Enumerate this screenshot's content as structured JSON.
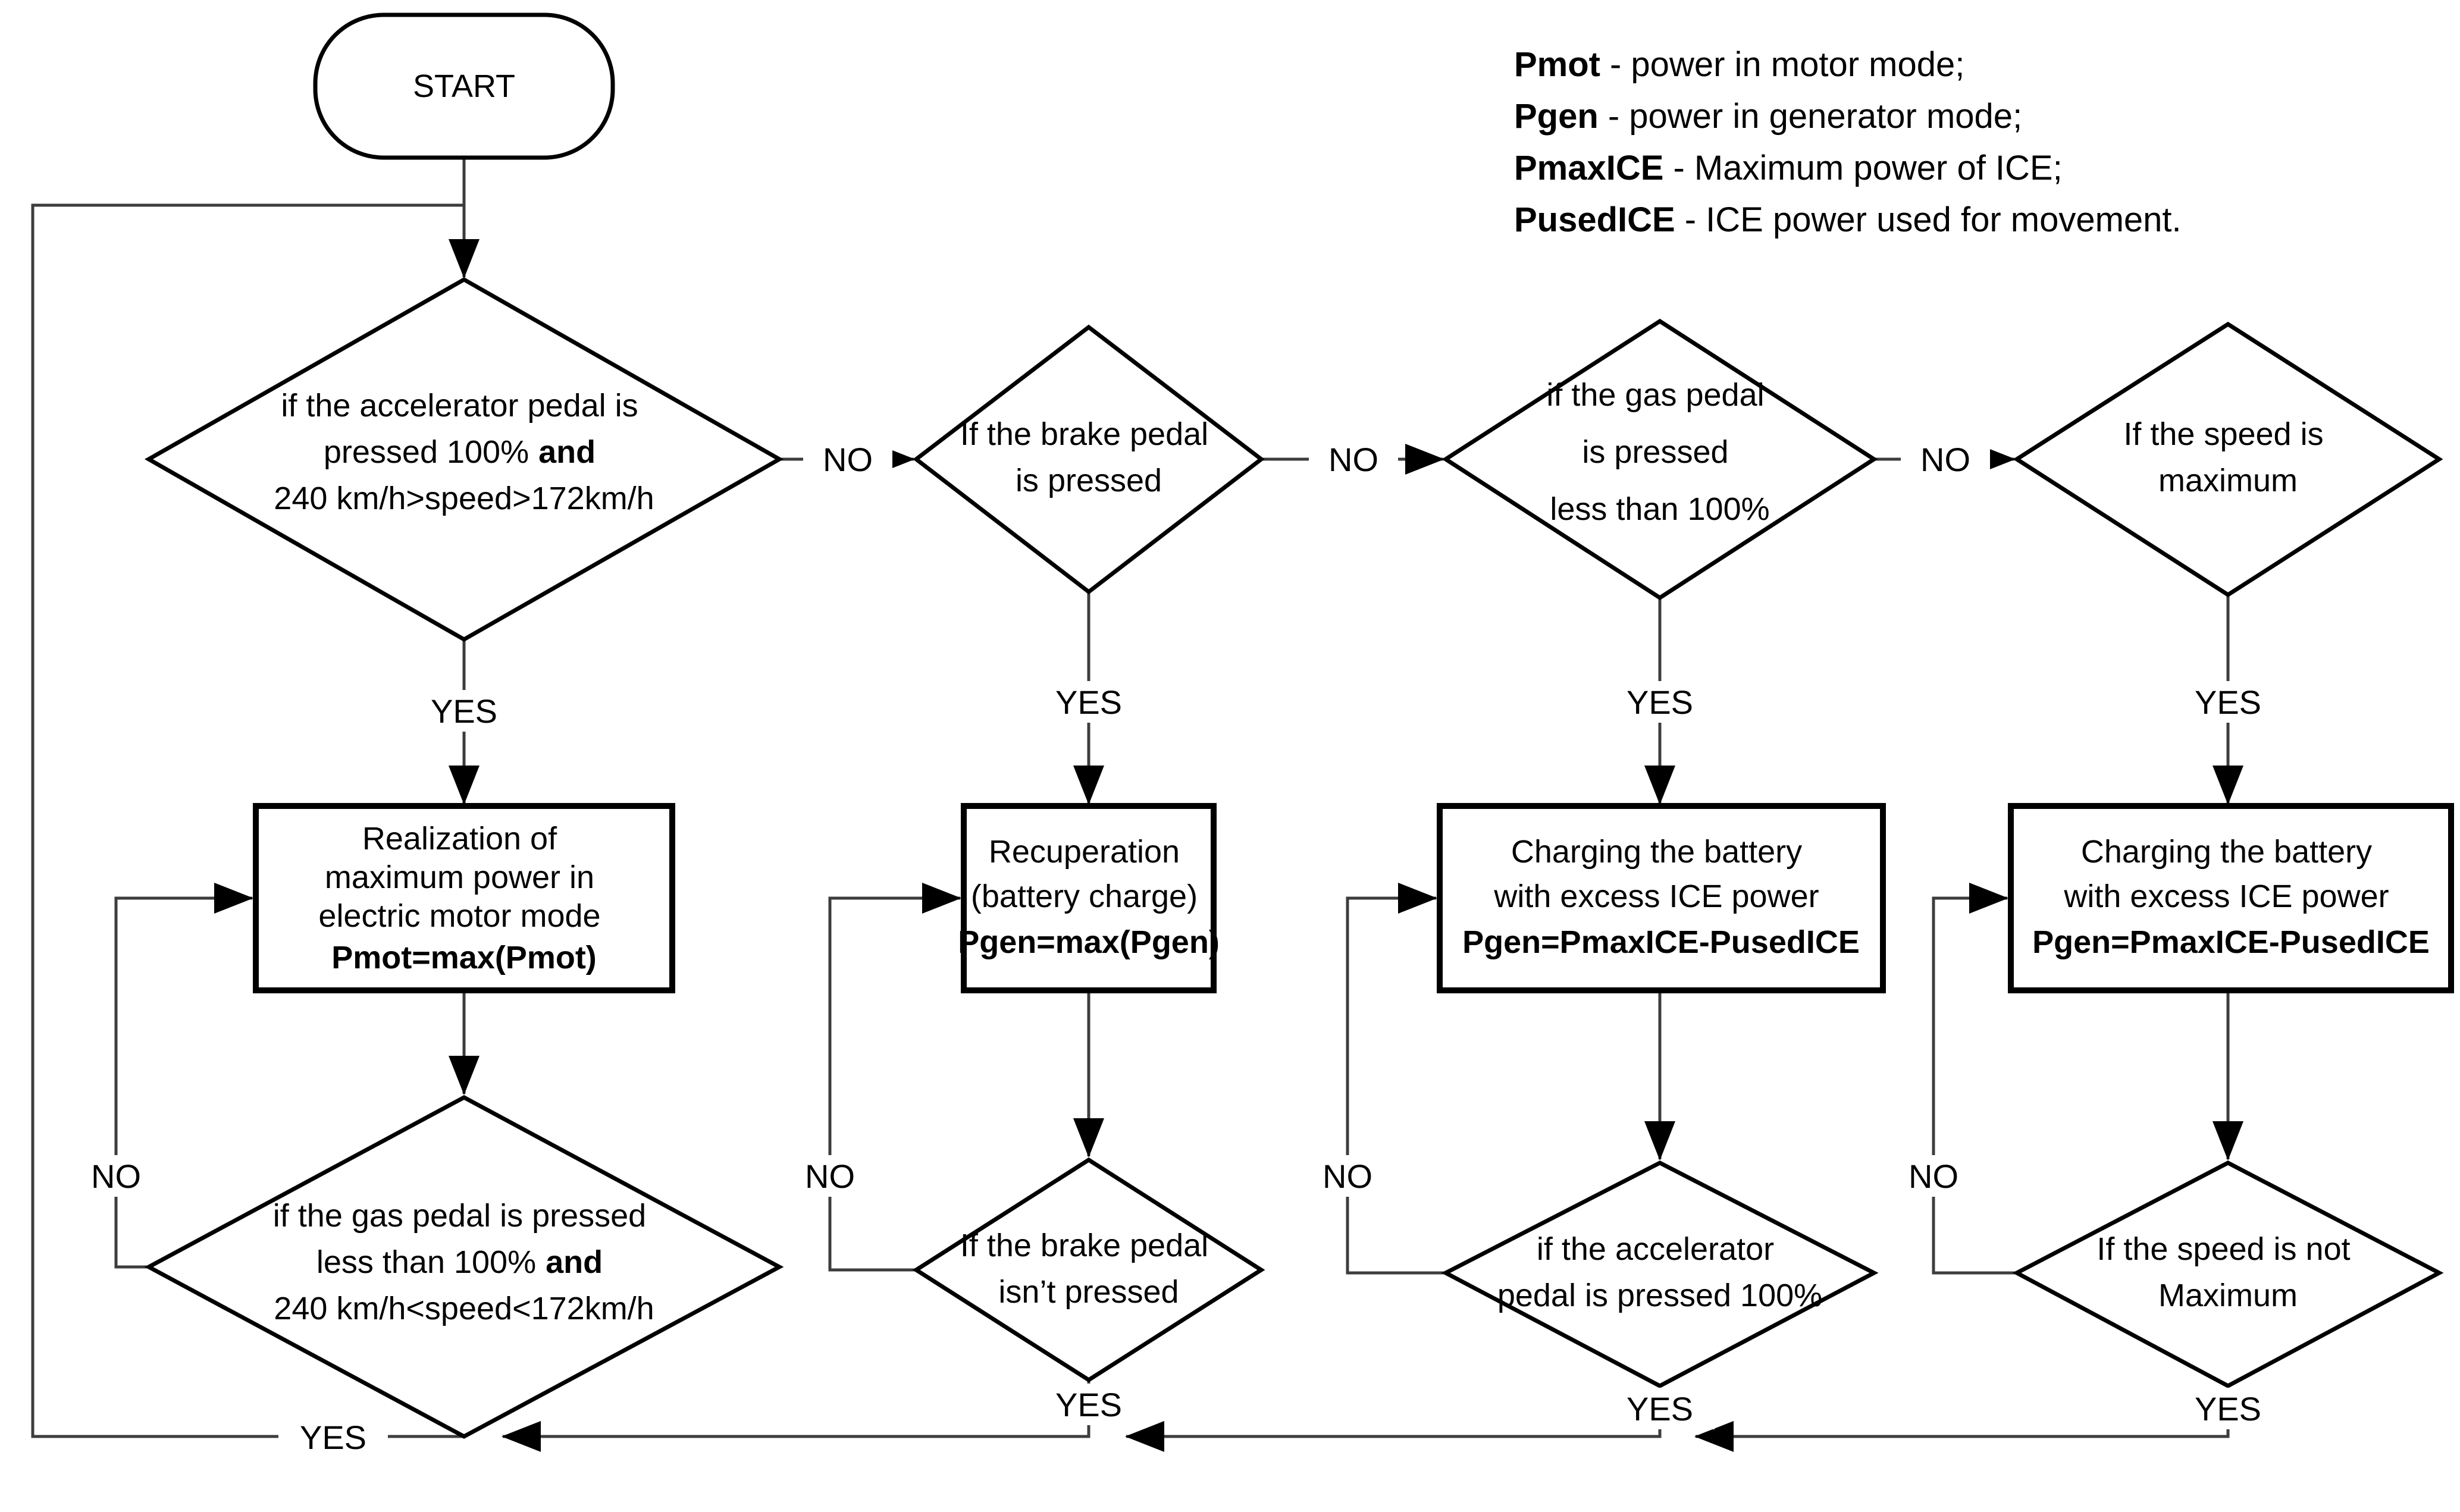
{
  "labels": {
    "yes": "YES",
    "no": "NO"
  },
  "start": {
    "label": "START"
  },
  "legend": {
    "items": [
      {
        "term": "Pmot",
        "desc": "- power in motor mode;"
      },
      {
        "term": "Pgen",
        "desc": "- power in generator mode;"
      },
      {
        "term": "PmaxICE",
        "desc": "- Maximum power of ICE;"
      },
      {
        "term": "PusedICE",
        "desc": "- ICE power used for movement."
      }
    ]
  },
  "nodes": {
    "d1": {
      "l1": "if the accelerator pedal is",
      "l2a": "pressed 100%",
      "l2b": "and",
      "l3": "240 km/h>speed>172km/h"
    },
    "d2": {
      "l1": "If the brake pedal",
      "l2": "is pressed"
    },
    "d3": {
      "l1": "if the gas pedal",
      "l2": "is pressed",
      "l3": "less than 100%"
    },
    "d4": {
      "l1": "If the speed is",
      "l2": "maximum"
    },
    "r1": {
      "l1": "Realization of",
      "l2": "maximum power in",
      "l3": "electric motor mode",
      "formula": "Pmot=max(Pmot)"
    },
    "r2": {
      "l1": "Recuperation",
      "l2": "(battery charge)",
      "formula": "Pgen=max(Pgen)"
    },
    "r3": {
      "l1": "Charging the battery",
      "l2": "with excess ICE power",
      "formula": "Pgen=PmaxICE-PusedICE"
    },
    "r4": {
      "l1": "Charging the battery",
      "l2": "with excess ICE power",
      "formula": "Pgen=PmaxICE-PusedICE"
    },
    "bd1": {
      "l1": "if the gas pedal is pressed",
      "l2a": "less than 100%",
      "l2b": "and",
      "l3": "240 km/h<speed<172km/h"
    },
    "bd2": {
      "l1": "If the brake pedal",
      "l2": "isn’t pressed"
    },
    "bd3": {
      "l1": "if the accelerator",
      "l2": "pedal is pressed 100%"
    },
    "bd4": {
      "l1": "If the speed is not",
      "l2": "Maximum"
    }
  }
}
